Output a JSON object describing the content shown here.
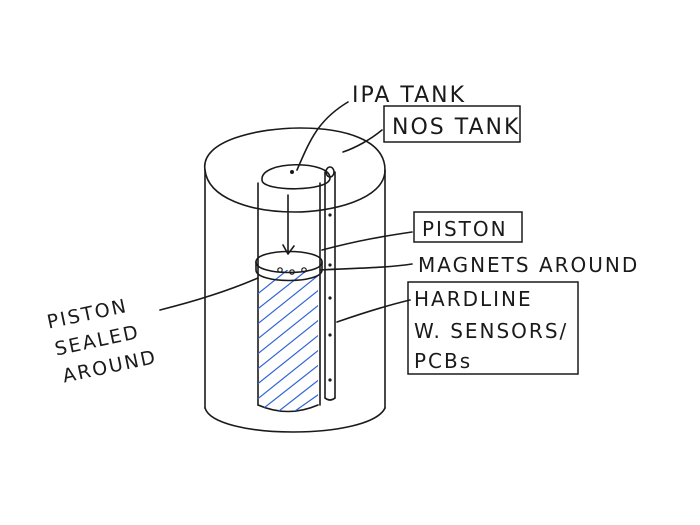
{
  "labels": {
    "ipa_tank": "IPA TANK",
    "nos_tank": "NOS TANK",
    "piston": "PISTON",
    "magnets": "MAGNETS AROUND",
    "hardline_1": "HARDLINE",
    "hardline_2": "W. SENSORS/",
    "hardline_3": "PCBs",
    "sealed_1": "PISTON",
    "sealed_2": "SEALED",
    "sealed_3": "AROUND"
  },
  "colors": {
    "ink": "#1a1a1a",
    "ipa_fill": "#2f64d6"
  }
}
